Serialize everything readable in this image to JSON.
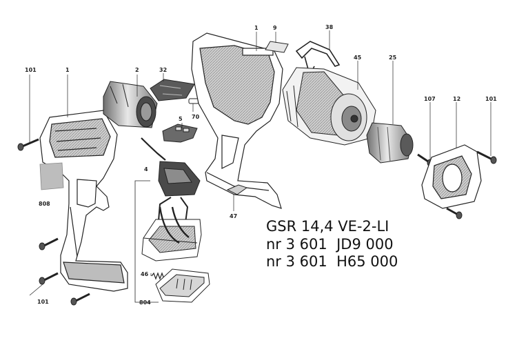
{
  "title": {
    "model": "GSR 14,4 VE-2-LI",
    "numbers": [
      "nr 3 601  JD9 000",
      "nr 3 601  H65 000"
    ]
  },
  "callouts": {
    "c101_a": "101",
    "c1_a": "1",
    "c2": "2",
    "c32": "32",
    "c5": "5",
    "c70": "70",
    "c4": "4",
    "c808": "808",
    "c46": "46",
    "c804": "804",
    "c101_b": "101",
    "c1_b": "1",
    "c9": "9",
    "c38": "38",
    "c45": "45",
    "c25": "25",
    "c107": "107",
    "c12": "12",
    "c101_c": "101",
    "c47": "47"
  },
  "colors": {
    "line": "#222222",
    "shade": "#9a9a9a",
    "dark": "#333333"
  }
}
